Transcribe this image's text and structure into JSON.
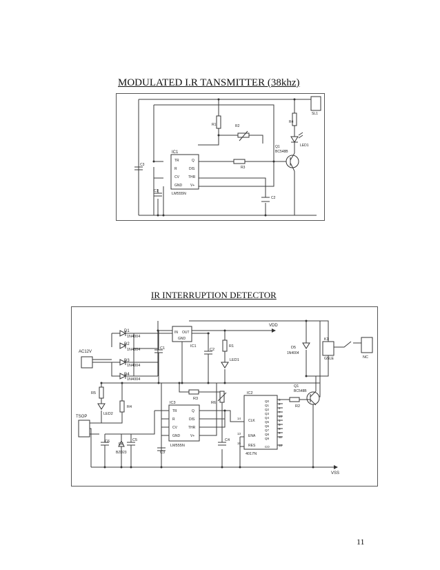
{
  "page": {
    "number": "11"
  },
  "transmitter": {
    "title": "MODULATED I.R TANSMITTER (38khz)",
    "ic_name": "IC1",
    "ic_part": "LM555N",
    "pins": [
      "TR",
      "Q",
      "R",
      "DIS",
      "CV",
      "THR",
      "GND",
      "V+"
    ],
    "labels": {
      "r1": "R1",
      "r2": "R2",
      "r3": "R3",
      "r4": "R4",
      "c1": "C1",
      "c2": "C2",
      "c3": "C3",
      "q1": "Q1",
      "q1_part": "BC548B",
      "led1": "LED1",
      "sl1": "SL1"
    }
  },
  "detector": {
    "title": "IR INTERRUPTION DETECTOR",
    "labels": {
      "d1": "D1",
      "d1_part": "1N4004",
      "d2": "D2",
      "d2_part": "1N4004",
      "d3": "D3",
      "d3_part": "1N4004",
      "d4": "D4",
      "d4_part": "1N4004",
      "ac": "AC12V",
      "tsop": "TSOP",
      "reg_in": "IN",
      "reg_out": "OUT",
      "reg_gnd": "GND",
      "ic1": "IC1",
      "c1": "C1",
      "c2": "C2",
      "c3": "C3",
      "c4": "C4",
      "c5": "C5",
      "c6": "C6",
      "r1": "R1",
      "r2": "R2",
      "r3": "R3",
      "r4": "R4",
      "r5": "R5",
      "r6": "R6",
      "led1": "LED1",
      "led2": "LED2",
      "vdd": "VDD",
      "vss": "VSS",
      "d5": "D5",
      "d5_part": "1N4004",
      "d6": "D6",
      "d6_part": "BZD23",
      "k1": "K1",
      "relay": "G5LE",
      "nc": "NC",
      "q1": "Q1",
      "q1_part": "BC548B",
      "ic2": "IC2",
      "ic2_part": "4017N",
      "ic3": "IC3",
      "ic3_part": "LM555N"
    },
    "ic3_pins": [
      "TR",
      "Q",
      "R",
      "DIS",
      "CV",
      "THR",
      "GND",
      "V+"
    ],
    "ic2_left_pins": [
      "CLK",
      "ENA",
      "RES"
    ],
    "ic2_right_pins": [
      "Q0",
      "Q1",
      "Q2",
      "Q3",
      "Q4",
      "Q5",
      "Q6",
      "Q7",
      "Q8",
      "Q9",
      "CO"
    ],
    "ic2_pin_numbers": [
      "3",
      "2",
      "4",
      "7",
      "10",
      "1",
      "5",
      "6",
      "9",
      "11",
      "12"
    ],
    "ic2_left_numbers": [
      "14",
      "13",
      "15"
    ]
  }
}
